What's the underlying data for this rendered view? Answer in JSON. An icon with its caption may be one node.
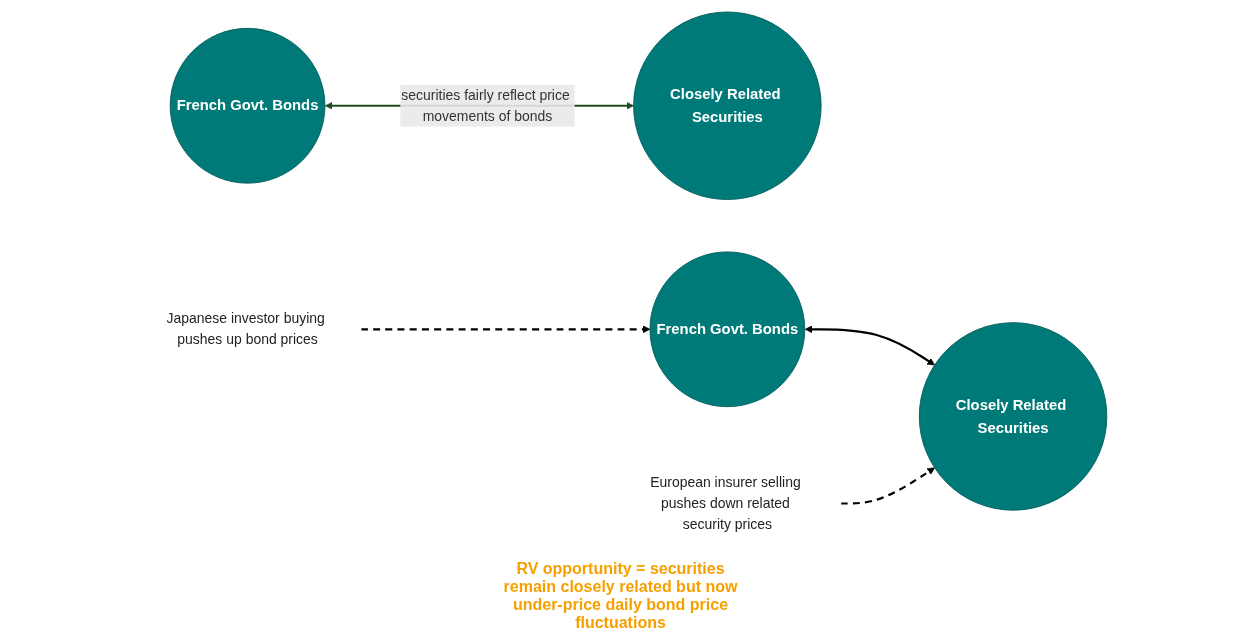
{
  "diagram": {
    "nodes": [
      {
        "text": [
          "French Govt. Bonds"
        ]
      },
      {
        "text": [
          "Closely Related Securities"
        ]
      },
      {
        "text": [
          "French Govt. Bonds"
        ]
      },
      {
        "text": [
          "Japanese investor buying pushes up bond prices"
        ]
      },
      {
        "text": [
          "European insurer selling pushes down related security prices"
        ]
      },
      {
        "text": [
          "Closely Related Securities"
        ]
      }
    ],
    "edges": [
      {
        "from": 0,
        "to": 1,
        "arrow": "both",
        "label": "securities fairly reflect price movements of bonds",
        "color": "#1f4a1f"
      },
      {
        "from": 3,
        "to": 2,
        "arrow": "to",
        "style": "dashed"
      },
      {
        "from": 2,
        "to": 5,
        "arrow": "both"
      },
      {
        "from": 4,
        "to": 5,
        "arrow": "to",
        "style": "dashed"
      }
    ],
    "labels": [
      "RV opportunity = securities remain closely related but now under-price daily bond price fluctuations"
    ]
  }
}
